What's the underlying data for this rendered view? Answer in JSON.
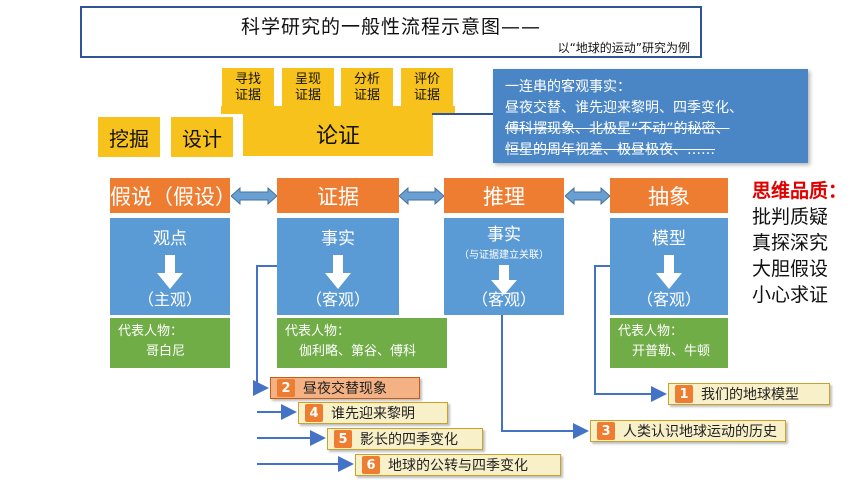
{
  "title": {
    "main": "科学研究的一般性流程示意图——",
    "sub": "以“地球的运动”研究为例"
  },
  "yellow": {
    "small": [
      {
        "line1": "寻找",
        "line2": "证据"
      },
      {
        "line1": "呈现",
        "line2": "证据"
      },
      {
        "line1": "分析",
        "line2": "证据"
      },
      {
        "line1": "评价",
        "line2": "证据"
      }
    ],
    "wajue": "挖掘",
    "sheji": "设计",
    "lunzheng": "论证"
  },
  "evidence": {
    "line1": "一连串的客观事实：",
    "line2": "昼夜交替、谁先迎来黎明、四季变化、",
    "line3": "傅科摆现象、北极星“不动”的秘密、",
    "line4": "恒星的周年视差、极昼极夜、……"
  },
  "headers": {
    "jiashuo": "假说（假设）",
    "zhengju": "证据",
    "tuili": "推理",
    "chouxiang": "抽象"
  },
  "columns": {
    "c1": {
      "title": "观点",
      "foot": "（主观）"
    },
    "c2": {
      "title": "事实",
      "foot": "（客观）"
    },
    "c3": {
      "title": "事实",
      "sub": "（与证据建立关联）",
      "foot": "（客观）"
    },
    "c4": {
      "title": "模型",
      "foot": "（客观）"
    }
  },
  "green": {
    "g1": {
      "label": "代表人物：",
      "names": "哥白尼"
    },
    "g2": {
      "label": "代表人物：",
      "names": "伽利略、第谷、傅科"
    },
    "g4": {
      "label": "代表人物：",
      "names": "开普勒、牛顿"
    }
  },
  "quality": {
    "title": "思维品质：",
    "items": [
      "批判质疑",
      "真探深究",
      "大胆假设",
      "小心求证"
    ]
  },
  "tags": [
    {
      "num": "2",
      "text": "昼夜交替现象"
    },
    {
      "num": "4",
      "text": "谁先迎来黎明"
    },
    {
      "num": "5",
      "text": "影长的四季变化"
    },
    {
      "num": "6",
      "text": "地球的公转与四季变化"
    },
    {
      "num": "1",
      "text": "我们的地球模型"
    },
    {
      "num": "3",
      "text": "人类认识地球运动的历史"
    }
  ],
  "colors": {
    "orange": "#ee7d31",
    "blue": "#5b9bd5",
    "green": "#70ad47",
    "yellow": "#f7c21b",
    "connector": "#2f5597",
    "quality_title": "#e00000"
  },
  "icons": [
    "double-arrow-icon",
    "down-arrow-icon",
    "connector-arrow-icon"
  ]
}
